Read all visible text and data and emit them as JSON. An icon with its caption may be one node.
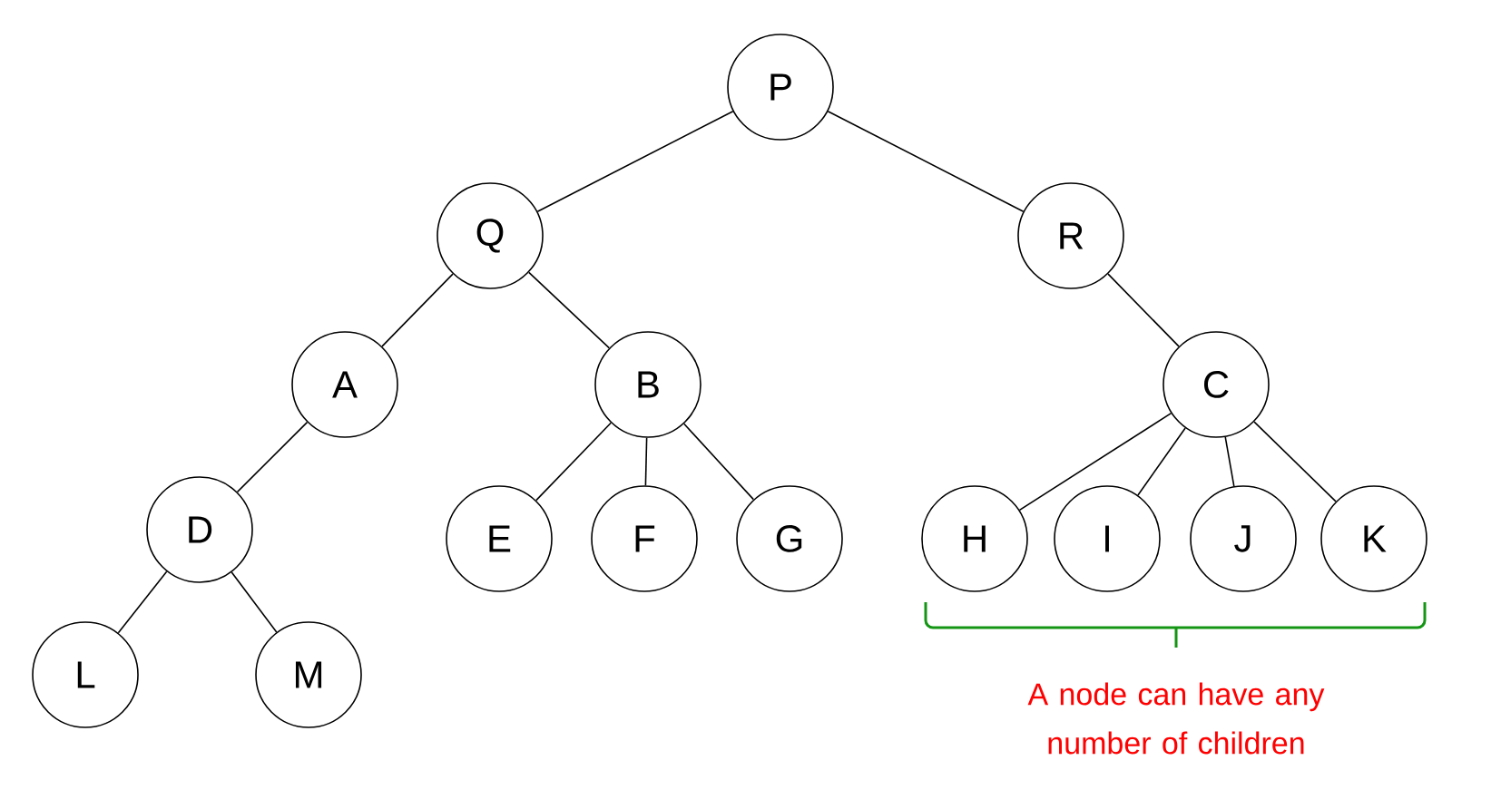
{
  "diagram": {
    "nodes": [
      {
        "text": [
          "P"
        ]
      },
      {
        "text": [
          "Q"
        ]
      },
      {
        "text": [
          "R"
        ]
      },
      {
        "text": [
          "A"
        ]
      },
      {
        "text": [
          "B"
        ]
      },
      {
        "text": [
          "C"
        ]
      },
      {
        "text": [
          "D"
        ]
      },
      {
        "text": [
          "E"
        ]
      },
      {
        "text": [
          "F"
        ]
      },
      {
        "text": [
          "G"
        ]
      },
      {
        "text": [
          "H"
        ]
      },
      {
        "text": [
          "I"
        ]
      },
      {
        "text": [
          "J"
        ]
      },
      {
        "text": [
          "K"
        ]
      },
      {
        "text": [
          "L"
        ]
      },
      {
        "text": [
          "M"
        ]
      }
    ],
    "edges": [
      {
        "from": 0,
        "to": 1,
        "arrow": "none"
      },
      {
        "from": 0,
        "to": 2,
        "arrow": "none"
      },
      {
        "from": 1,
        "to": 3,
        "arrow": "none"
      },
      {
        "from": 1,
        "to": 4,
        "arrow": "none"
      },
      {
        "from": 2,
        "to": 5,
        "arrow": "none"
      },
      {
        "from": 3,
        "to": 6,
        "arrow": "none"
      },
      {
        "from": 4,
        "to": 7,
        "arrow": "none"
      },
      {
        "from": 4,
        "to": 8,
        "arrow": "none"
      },
      {
        "from": 4,
        "to": 9,
        "arrow": "none"
      },
      {
        "from": 5,
        "to": 10,
        "arrow": "none"
      },
      {
        "from": 5,
        "to": 11,
        "arrow": "none"
      },
      {
        "from": 5,
        "to": 12,
        "arrow": "none"
      },
      {
        "from": 5,
        "to": 13,
        "arrow": "none"
      },
      {
        "from": 6,
        "to": 14,
        "arrow": "none"
      },
      {
        "from": 6,
        "to": 15,
        "arrow": "none"
      }
    ],
    "labels": [
      "A node can have any number of children"
    ]
  }
}
